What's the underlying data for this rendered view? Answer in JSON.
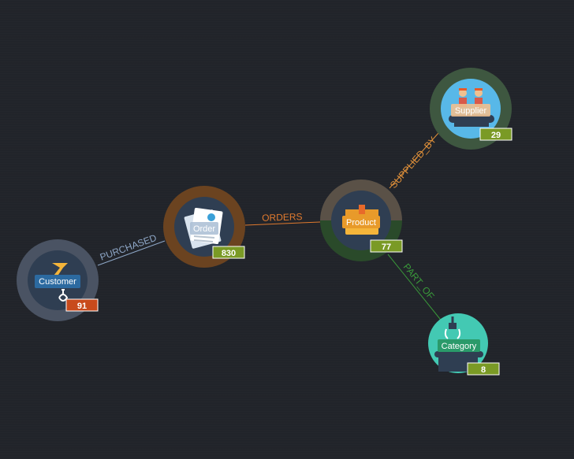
{
  "graph": {
    "nodes": {
      "customer": {
        "label": "Customer",
        "count": "91",
        "ring_color": "#4a5363",
        "badge_color": "#c84a1c"
      },
      "order": {
        "label": "Order",
        "count": "830",
        "ring_color": "#6b4320",
        "badge_color": "#7a9a25"
      },
      "product": {
        "label": "Product",
        "count": "77",
        "ring_color_top": "#5a5147",
        "ring_color_bottom": "#2a4a2a",
        "badge_color": "#7a9a25"
      },
      "supplier": {
        "label": "Supplier",
        "count": "29",
        "ring_color": "#3e5740",
        "badge_color": "#7a9a25"
      },
      "category": {
        "label": "Category",
        "count": "8",
        "ring_color": "#43c9b3",
        "badge_color": "#7a9a25"
      }
    },
    "edges": {
      "purchased": {
        "label": "PURCHASED",
        "color": "#8fa8c8"
      },
      "orders": {
        "label": "ORDERS",
        "color": "#e07a2e"
      },
      "supplied_by": {
        "label": "SUPPLIED_BY",
        "color": "#e0903a"
      },
      "part_of": {
        "label": "PART_OF",
        "color": "#3a9a3a"
      }
    }
  }
}
